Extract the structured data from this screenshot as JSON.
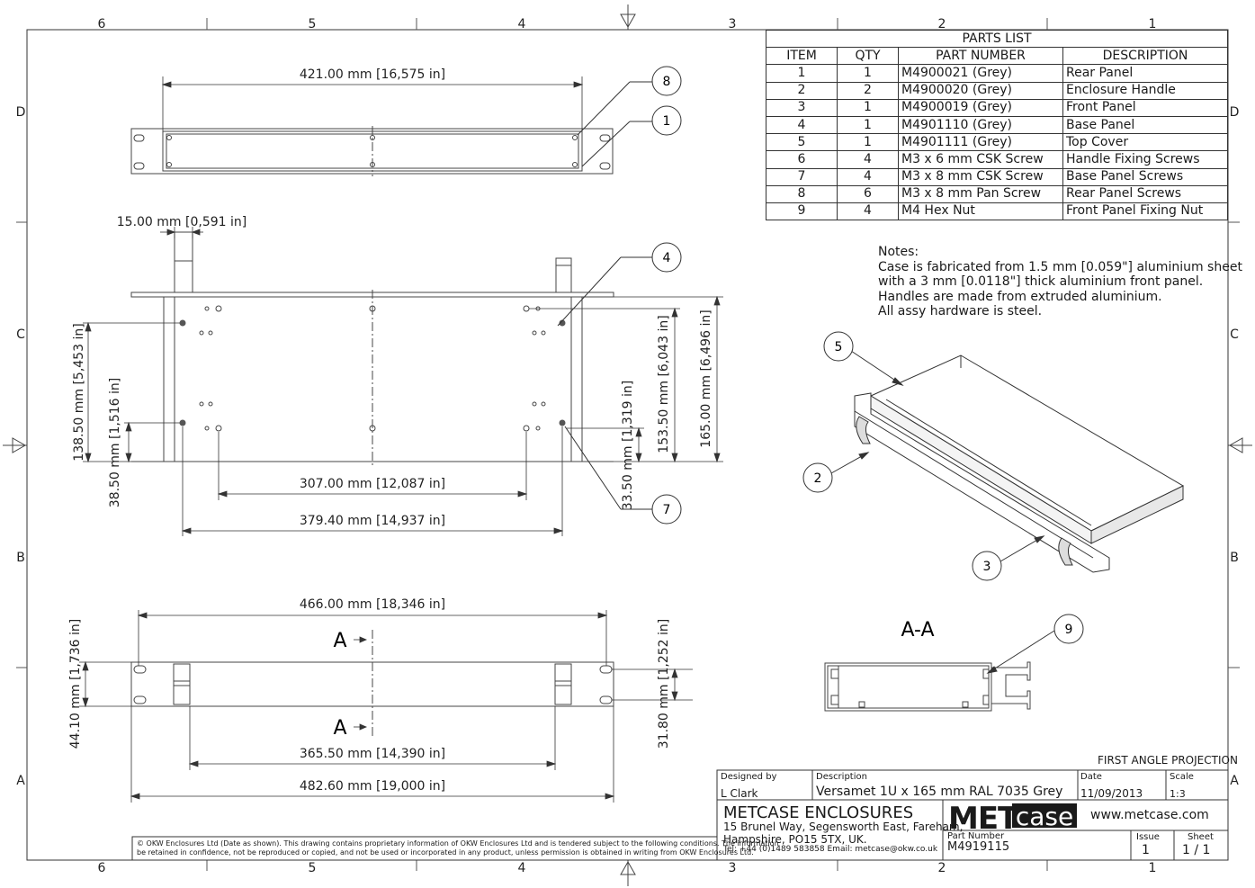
{
  "border_labels": {
    "columns": [
      "6",
      "5",
      "4",
      "3",
      "2",
      "1"
    ],
    "rows": [
      "D",
      "C",
      "B",
      "A"
    ]
  },
  "parts_list": {
    "title": "PARTS LIST",
    "headers": [
      "ITEM",
      "QTY",
      "PART NUMBER",
      "DESCRIPTION"
    ],
    "rows": [
      [
        "1",
        "1",
        "M4900021 (Grey)",
        "Rear Panel"
      ],
      [
        "2",
        "2",
        "M4900020 (Grey)",
        "Enclosure Handle"
      ],
      [
        "3",
        "1",
        "M4900019 (Grey)",
        "Front Panel"
      ],
      [
        "4",
        "1",
        "M4901110 (Grey)",
        "Base Panel"
      ],
      [
        "5",
        "1",
        "M4901111 (Grey)",
        "Top Cover"
      ],
      [
        "6",
        "4",
        "M3 x 6 mm CSK Screw",
        "Handle Fixing Screws"
      ],
      [
        "7",
        "4",
        "M3 x 8 mm CSK Screw",
        "Base Panel Screws"
      ],
      [
        "8",
        "6",
        "M3 x 8 mm Pan Screw",
        "Rear Panel Screws"
      ],
      [
        "9",
        "4",
        "M4 Hex Nut",
        "Front Panel Fixing Nut"
      ]
    ]
  },
  "notes": [
    "Notes:",
    "Case is fabricated from 1.5 mm [0.059\"] aluminium sheet",
    "with a 3 mm [0.0118\"] thick aluminium front panel.",
    "Handles are made from extruded aluminium.",
    "All assy hardware is steel."
  ],
  "dimensions": {
    "top_width": "421.00 mm [16,575 in]",
    "handle_width": "15.00 mm [0,591 in]",
    "hole_spacing_inner": "307.00 mm [12,087 in]",
    "hole_spacing_outer": "379.40 mm [14,937 in]",
    "left_v1": "138.50 mm [5,453 in]",
    "left_v2": "38.50 mm [1,516 in]",
    "right_v1": "33.50 mm [1,319 in]",
    "right_v2": "153.50 mm [6,043 in]",
    "right_v3": "165.00 mm [6,496 in]",
    "front_hole_span": "466.00 mm [18,346 in]",
    "front_inner": "365.50 mm [14,390 in]",
    "front_overall": "482.60 mm [19,000 in]",
    "front_height": "44.10 mm [1,736 in]",
    "front_hole_v": "31.80 mm [1,252 in]",
    "front_hole_v2": "1,252 in]"
  },
  "balloons": [
    "1",
    "2",
    "3",
    "4",
    "5",
    "7",
    "8",
    "9"
  ],
  "section": {
    "label": "A-A",
    "marker": "A"
  },
  "projection": "FIRST ANGLE PROJECTION",
  "title_block": {
    "designed_by_label": "Designed by",
    "designed_by": "L Clark",
    "description_label": "Description",
    "description": "Versamet 1U x 165 mm RAL 7035 Grey",
    "date_label": "Date",
    "date": "11/09/2013",
    "scale_label": "Scale",
    "scale": "1:3",
    "company": "METCASE ENCLOSURES",
    "address1": "15 Brunel Way, Segensworth East, Fareham,",
    "address2": "Hampshire, PO15 5TX, UK.",
    "contact": "Tel: +44 (0)1489 583858  Email: metcase@okw.co.uk",
    "logo_met": "MET",
    "logo_case": "case",
    "website": "www.metcase.com",
    "part_number_label": "Part Number",
    "part_number": "M4919115",
    "issue_label": "Issue",
    "issue": "1",
    "sheet_label": "Sheet",
    "sheet": "1 / 1"
  },
  "copyright": [
    "© OKW Enclosures Ltd (Date as shown). This drawing contains proprietary information of OKW Enclosures Ltd and is tendered subject to the following conditions. The information",
    "be retained in confidence, not be reproduced or copied, and not be used or incorporated in any product, unless permission is obtained in writing from OKW Enclosures Ltd."
  ]
}
